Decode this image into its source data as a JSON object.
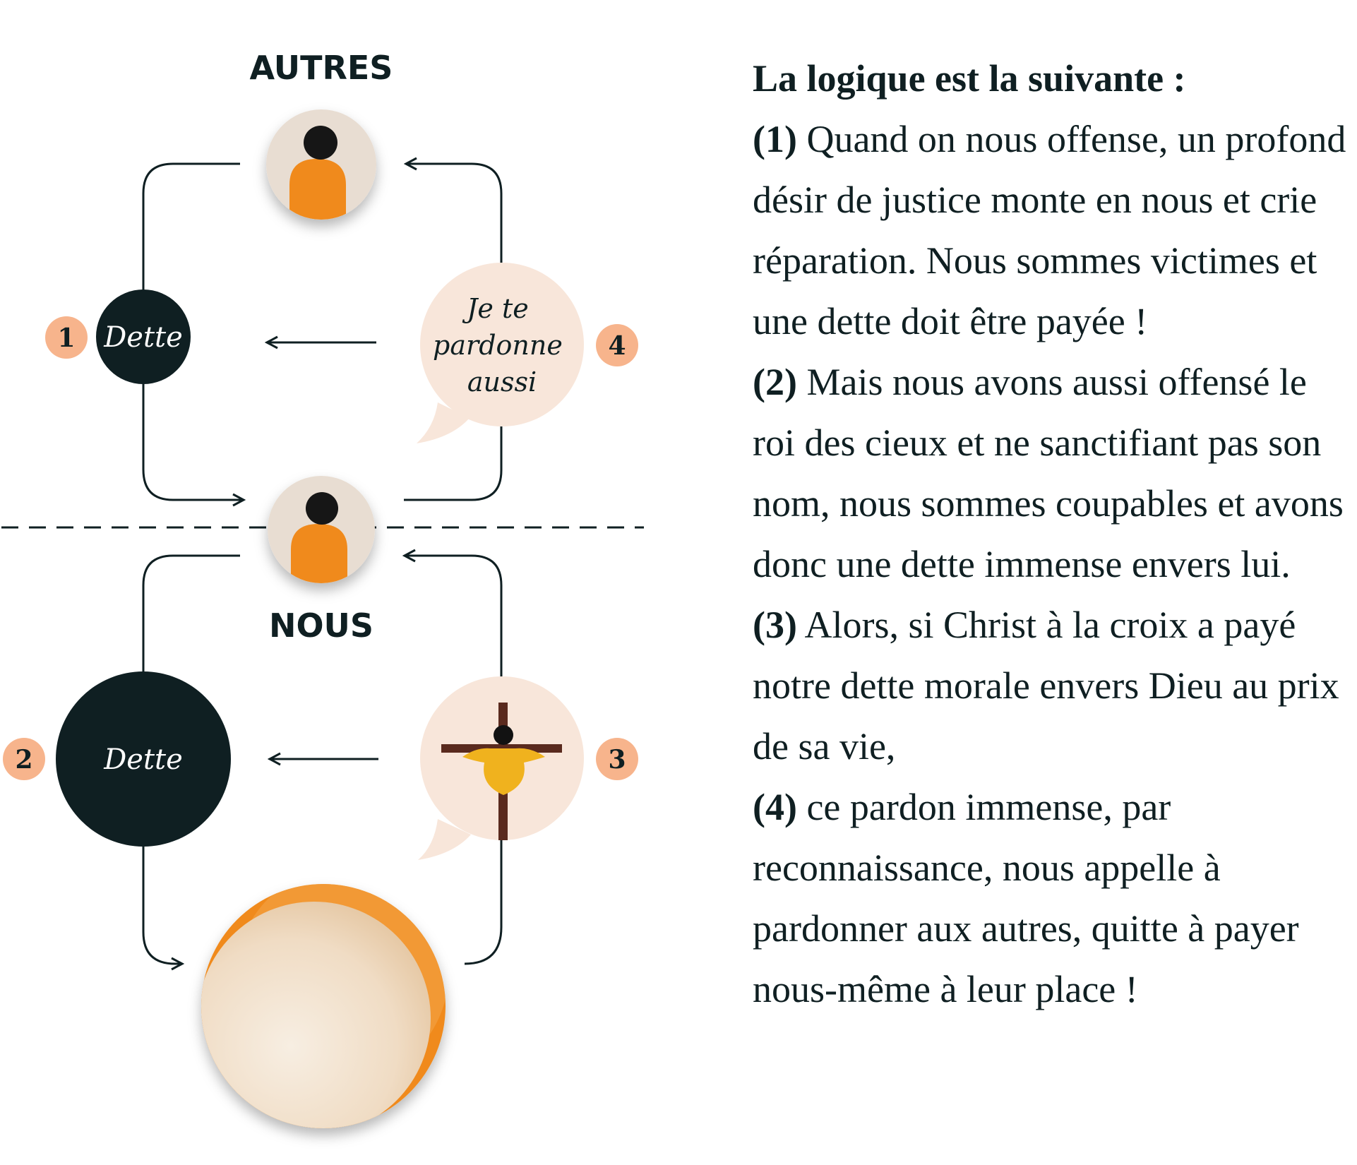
{
  "diagram": {
    "label_top": "AUTRES",
    "label_bottom": "NOUS",
    "debt_label_1": "Dette",
    "debt_label_2": "Dette",
    "speech_text": [
      "Je te",
      "pardonne",
      "aussi"
    ],
    "badges": [
      "1",
      "2",
      "3",
      "4"
    ],
    "icons": {
      "others": "person-icon",
      "us": "person-icon",
      "forgiveness": "speech-bubble-icon",
      "christ": "crucifix-icon",
      "sphere": "moon-sphere-icon"
    },
    "colors": {
      "dark": "#0f1f22",
      "orange": "#f08a1c",
      "peach_badge": "#f7b48c",
      "bubble": "#f8e6da",
      "avatar_bg": "#e8ddd2"
    }
  },
  "explanation": {
    "heading": "La logique est la suivante :",
    "points": [
      {
        "marker": "(1)",
        "text": " Quand on nous offense, un profond désir de justice monte en nous et crie réparation. Nous sommes victimes et une dette doit être payée !"
      },
      {
        "marker": "(2)",
        "text": " Mais nous avons aussi offensé le roi des cieux et ne sanctifiant pas son nom, nous sommes coupables et avons donc une dette immense envers lui."
      },
      {
        "marker": "(3)",
        "text": " Alors, si Christ à la croix a payé notre dette morale envers Dieu au prix de sa vie,"
      },
      {
        "marker": "(4)",
        "text": " ce pardon immense, par reconnaissance, nous appelle à pardonner aux autres, quitte à payer nous-même à leur place !"
      }
    ]
  }
}
